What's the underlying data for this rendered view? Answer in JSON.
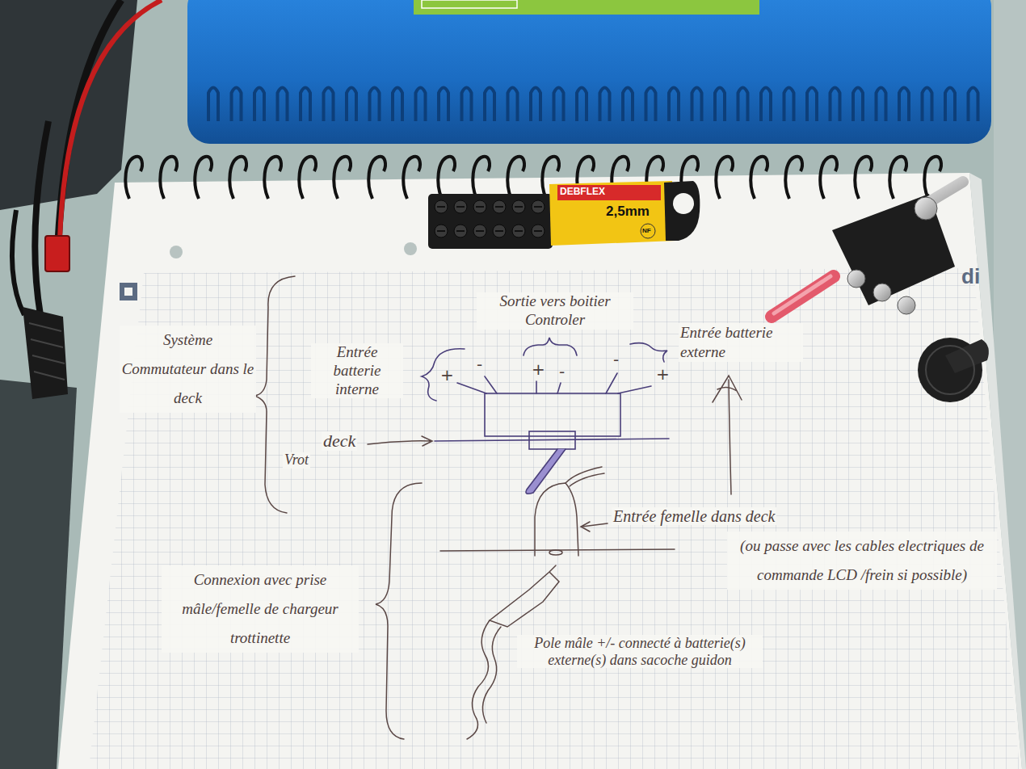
{
  "diagram": {
    "labels": [
      "Système Commutateur dans le deck",
      "Entrée batterie interne",
      "Sortie vers boitier Controler",
      "+",
      "-",
      "+",
      "-",
      "-",
      "+",
      "Entrée batterie externe",
      "Vrot",
      "deck",
      "Entrée femelle dans deck",
      "(ou passe avec les cables electriques de commande LCD /frein si possible)",
      "Connexion avec prise mâle/femelle de chargeur trottinette",
      "Pole mâle +/- connecté à batterie(s) externe(s) dans sacoche guidon",
      "DEBFLEX",
      "2,5mm",
      "NF",
      "di"
    ]
  }
}
